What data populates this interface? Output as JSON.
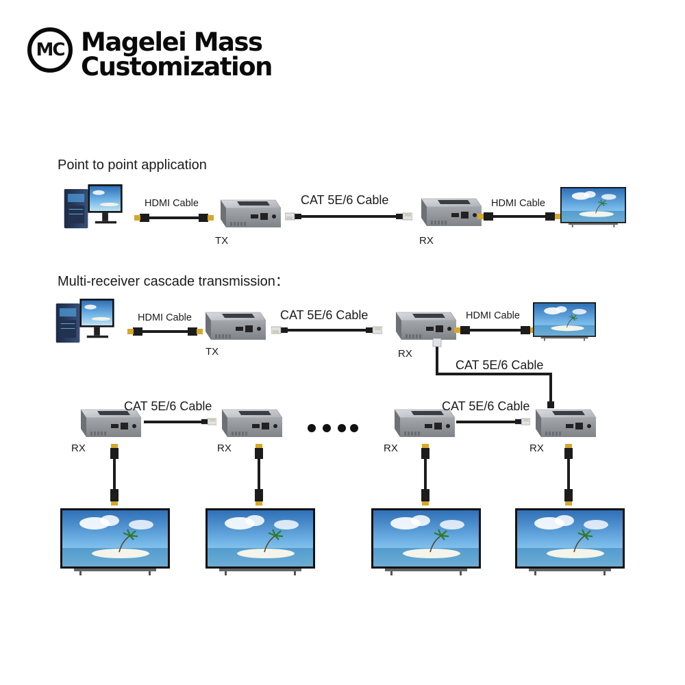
{
  "brand": {
    "logo_initials": "MC",
    "name_line1": "Magelei Mass",
    "name_line2": "Customization"
  },
  "point_to_point": {
    "title": "Point to point application",
    "hdmi_in_label": "HDMI Cable",
    "cat_label": "CAT 5E/6 Cable",
    "hdmi_out_label": "HDMI Cable",
    "tx_label": "TX",
    "rx_label": "RX"
  },
  "cascade": {
    "title": "Multi-receiver cascade transmission：",
    "hdmi_in_label": "HDMI Cable",
    "cat_label_main": "CAT 5E/6 Cable",
    "hdmi_out_label": "HDMI Cable",
    "tx_label": "TX",
    "rx_main_label": "RX",
    "cat_label_drop": "CAT 5E/6 Cable",
    "cat_label_left": "CAT 5E/6 Cable",
    "cat_label_right": "CAT 5E/6 Cable",
    "rx_labels": [
      "RX",
      "RX",
      "RX",
      "RX"
    ]
  },
  "colors": {
    "ink": "#0a0a0a",
    "device_body": "#9a9da2",
    "device_top": "#c9ccd0",
    "cable": "#1c1c1c",
    "hdmi_tip": "#d4a82a",
    "sky": "#3f86c8",
    "sand": "#eef4f6"
  }
}
